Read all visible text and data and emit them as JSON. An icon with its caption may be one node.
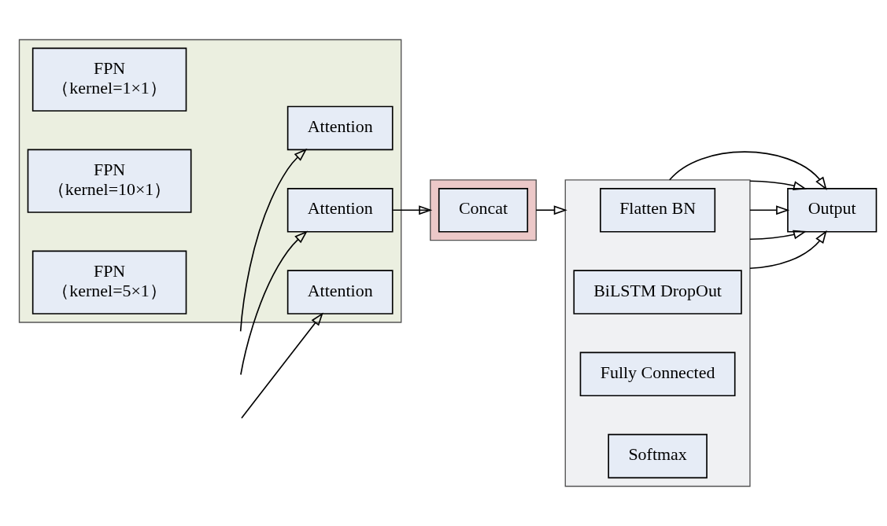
{
  "diagram": {
    "nodes": [
      {
        "text": [],
        "shape": "box"
      },
      {
        "text": [
          "FPN",
          "（kernel=1×1）"
        ],
        "in": 0
      },
      {
        "text": [
          "Attention"
        ],
        "in": 0
      },
      {
        "text": [
          "FPN",
          "（kernel=10×1）"
        ],
        "in": 0
      },
      {
        "text": [
          "Attention"
        ],
        "in": 0
      },
      {
        "text": [
          "FPN",
          "（kernel=5×1）"
        ],
        "in": 0
      },
      {
        "text": [
          "Attention"
        ],
        "in": 0
      },
      {
        "text": [],
        "shape": "box"
      },
      {
        "text": [
          "Concat"
        ],
        "in": 7
      },
      {
        "text": [],
        "shape": "box"
      },
      {
        "text": [
          "Flatten BN"
        ],
        "in": 9
      },
      {
        "text": [
          "BiLSTM DropOut"
        ],
        "in": 9
      },
      {
        "text": [
          "Fully Connected"
        ],
        "in": 9
      },
      {
        "text": [
          "Softmax"
        ],
        "in": 9
      },
      {
        "text": [
          "Output"
        ]
      }
    ],
    "edges": [
      {
        "from": null,
        "to": 2,
        "arrow": "to"
      },
      {
        "from": null,
        "to": 4,
        "arrow": "to"
      },
      {
        "from": null,
        "to": 6,
        "arrow": "to"
      },
      {
        "from": 4,
        "to": 7,
        "arrow": "to"
      },
      {
        "from": 7,
        "to": 9,
        "arrow": "to"
      },
      {
        "from": 9,
        "to": 14,
        "arrow": "to"
      },
      {
        "from": 9,
        "to": 14,
        "arrow": "to"
      },
      {
        "from": 9,
        "to": 14,
        "arrow": "to"
      },
      {
        "from": 9,
        "to": 14,
        "arrow": "to"
      },
      {
        "from": 9,
        "to": 14,
        "arrow": "to"
      }
    ]
  }
}
